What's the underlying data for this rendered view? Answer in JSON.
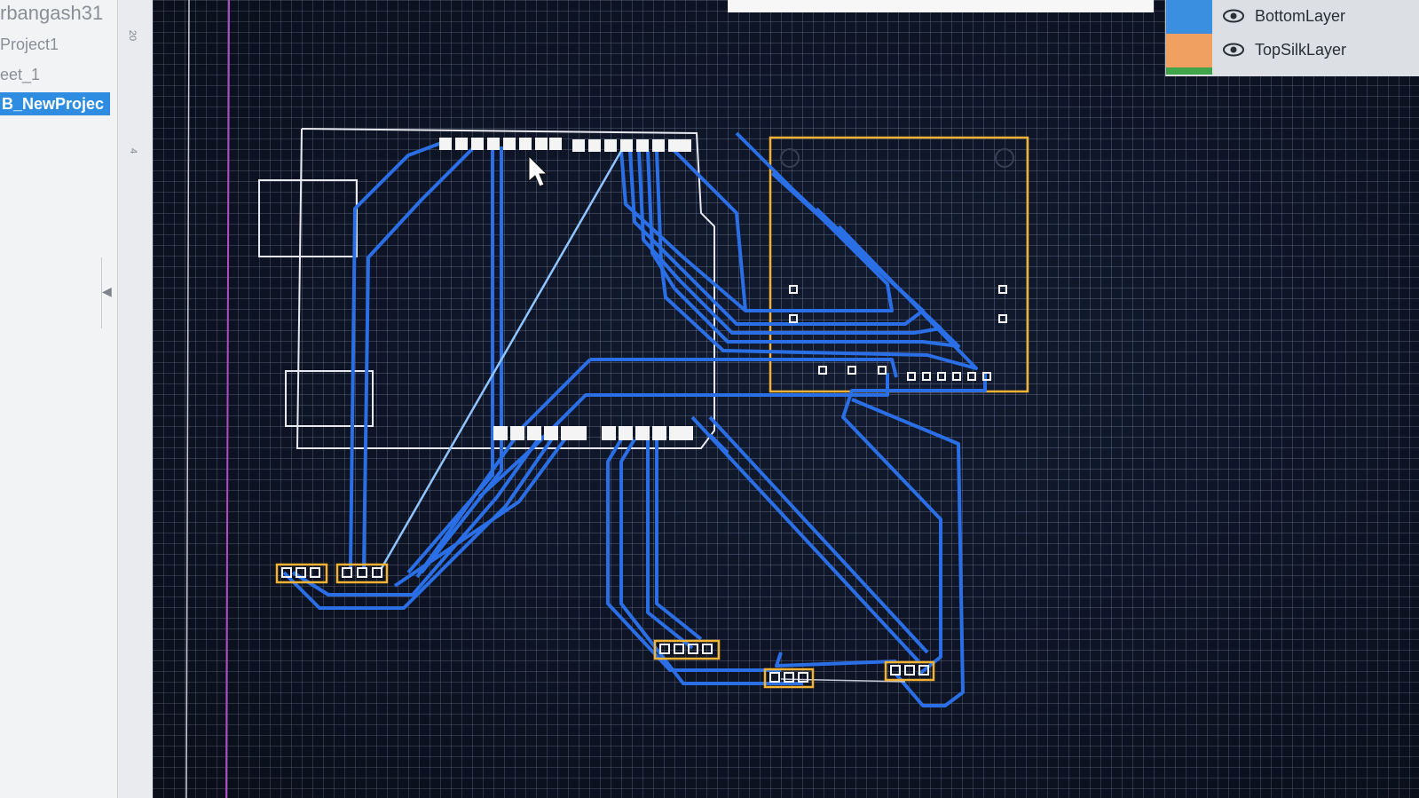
{
  "project_tree": {
    "items": [
      {
        "label": "rbangash31"
      },
      {
        "label": "Project1"
      },
      {
        "label": "eet_1"
      },
      {
        "label": "B_NewProjec",
        "selected": true
      }
    ]
  },
  "ruler": {
    "labels": [
      "20",
      "4"
    ]
  },
  "layers_panel": {
    "layers": [
      {
        "name": "BottomLayer",
        "color": "#3b8fe0",
        "visible": true
      },
      {
        "name": "TopSilkLayer",
        "color": "#f0a060",
        "visible": true
      }
    ]
  },
  "colors": {
    "canvas": "#0e1526",
    "trace": "#2a6fe6",
    "silkscreen": "#e8e8f0",
    "board_outline": "#f2b233",
    "pad": "#f4f4f4",
    "selection": "#2e8de0"
  },
  "icons": {
    "layer_visibility": "eye-icon",
    "cursor": "mouse-pointer-icon",
    "collapse": "chevron-left-icon"
  }
}
